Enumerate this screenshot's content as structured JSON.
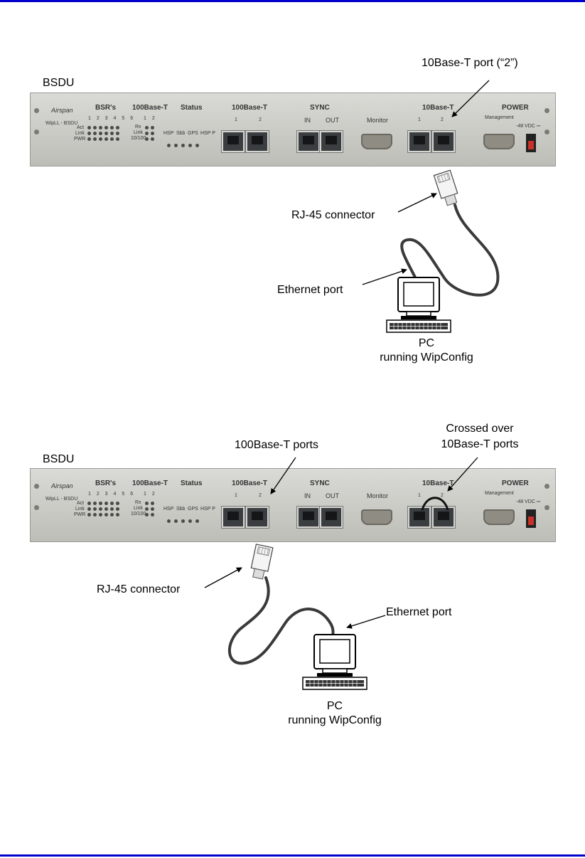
{
  "diagram_top": {
    "device_label": "BSDU",
    "callout_port": "10Base-T port (“2”)",
    "callout_connector": "RJ-45 connector",
    "callout_ethernet": "Ethernet port",
    "pc_line1": "PC",
    "pc_line2": "running WipConfig"
  },
  "diagram_bottom": {
    "device_label": "BSDU",
    "callout_100": "100Base-T ports",
    "callout_crossed_1": "Crossed over",
    "callout_crossed_2": "10Base-T ports",
    "callout_connector": "RJ-45 connector",
    "callout_ethernet": "Ethernet port",
    "pc_line1": "PC",
    "pc_line2": "running WipConfig"
  },
  "panel": {
    "logo": "Airspan",
    "model": "WipLL - BSDU",
    "bsrs": "BSR's",
    "bsr_numbers": "1 2 3 4 5 6",
    "base100_status": "100Base-T",
    "base100_status_numbers": "1 2",
    "status": "Status",
    "rx": "Rx",
    "link": "Link",
    "speed": "10/100",
    "act": "Act",
    "link_row": "Link",
    "pwr": "PWR",
    "hsp": "HSP",
    "sbb": "Sbb",
    "gps": "GPS",
    "hspp": "HSP P",
    "base100_ports": "100Base-T",
    "port1": "1",
    "port2": "2",
    "sync": "SYNC",
    "in": "IN",
    "out": "OUT",
    "monitor": "Monitor",
    "base10": "10Base-T",
    "power": "POWER",
    "management": "Management",
    "vdc": "-48 VDC ⎓"
  },
  "colors": {
    "rule": "#0000cc",
    "panel": "#cfcfcb"
  }
}
